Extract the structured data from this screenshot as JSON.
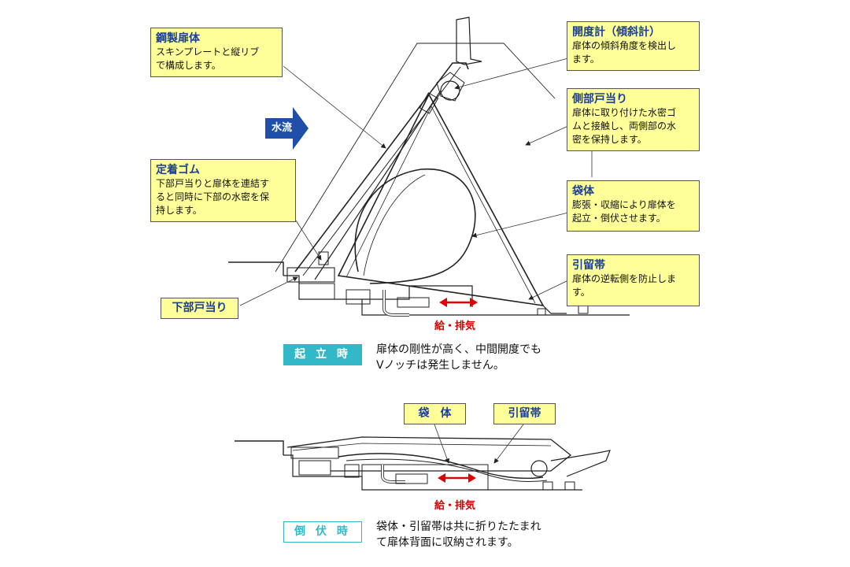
{
  "upright": {
    "callouts": {
      "steel_gate": {
        "title": "鋼製扉体",
        "body": "スキンプレートと縦リブ\nで構成します。"
      },
      "anchor_rubber": {
        "title": "定着ゴム",
        "body": "下部戸当りと扉体を連結す\nると同時に下部の水密を保\n持します。"
      },
      "lower_guard": {
        "title": "下部戸当り"
      },
      "opening_meter": {
        "title": "開度計（傾斜計）",
        "body": "扉体の傾斜角度を検出し\nます。"
      },
      "side_guard": {
        "title": "側部戸当り",
        "body": "扉体に取り付けた水密ゴ\nムと接触し、両側部の水\n密を保持します。"
      },
      "bag": {
        "title": "袋体",
        "body": "膨張・収縮により扉体を\n起立・倒伏させます。"
      },
      "restraint_belt": {
        "title": "引留帯",
        "body": "扉体の逆転側を防止しま\nす。"
      }
    },
    "flow_label": "水流",
    "supply_label": "給・排気",
    "state_tag": "起 立 時",
    "state_desc": "扉体の剛性が高く、中間開度でも\nVノッチは発生しません。"
  },
  "lowered": {
    "labels": {
      "bag": "袋　体",
      "restraint_belt": "引留帯"
    },
    "supply_label": "給・排気",
    "state_tag": "倒 伏 時",
    "state_desc": "袋体・引留帯は共に折りたたまれ\nて扉体背面に収納されます。"
  },
  "colors": {
    "callout_bg": "#ffff99",
    "callout_title": "#1b3f94",
    "flow_arrow": "#1f4fa8",
    "supply_arrow": "#e00000",
    "upright_tag_bg": "#33b8c8",
    "lowered_tag_border": "#33b8c8"
  }
}
